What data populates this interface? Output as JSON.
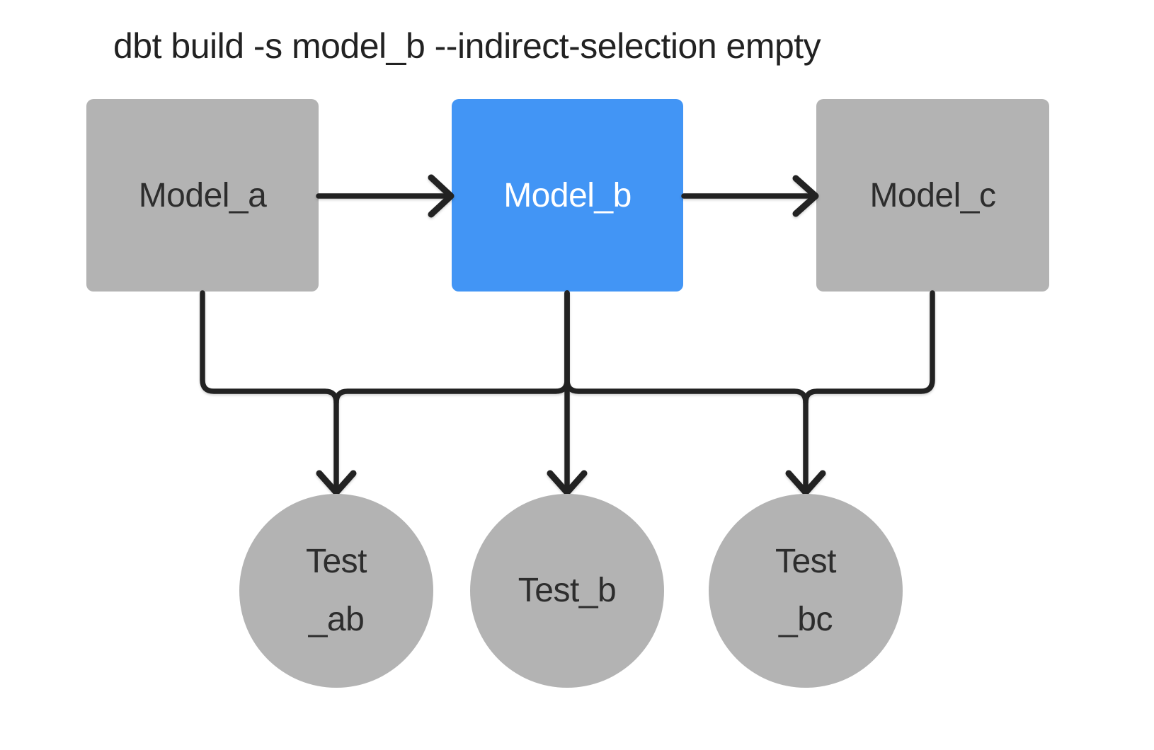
{
  "title": "dbt build -s model_b --indirect-selection empty",
  "colors": {
    "background": "#ffffff",
    "selected": "#4295f5",
    "unselected": "#b3b3b3",
    "line": "#222222",
    "text_dark": "#222222",
    "node_text": "#2d2d2d",
    "text_light": "#ffffff"
  },
  "models": [
    {
      "id": "model_a",
      "label": "Model_a",
      "selected": false
    },
    {
      "id": "model_b",
      "label": "Model_b",
      "selected": true
    },
    {
      "id": "model_c",
      "label": "Model_c",
      "selected": false
    }
  ],
  "tests": [
    {
      "id": "test_ab",
      "label_lines": [
        "Test",
        "_ab"
      ]
    },
    {
      "id": "test_b",
      "label_lines": [
        "Test_b"
      ]
    },
    {
      "id": "test_bc",
      "label_lines": [
        "Test",
        "_bc"
      ]
    }
  ],
  "edges": [
    {
      "from": "model_a",
      "to": "model_b"
    },
    {
      "from": "model_b",
      "to": "model_c"
    },
    {
      "from": "model_a",
      "to": "test_ab"
    },
    {
      "from": "model_b",
      "to": "test_ab"
    },
    {
      "from": "model_b",
      "to": "test_b"
    },
    {
      "from": "model_b",
      "to": "test_bc"
    },
    {
      "from": "model_c",
      "to": "test_bc"
    }
  ]
}
